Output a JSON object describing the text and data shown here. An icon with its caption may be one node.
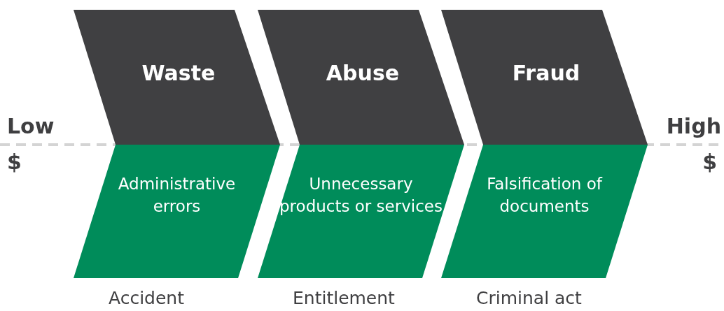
{
  "diagram": {
    "nodes": [
      {
        "text": [
          "Waste"
        ]
      },
      {
        "text": [
          "Administrative errors"
        ],
        "beside": [
          "Accident"
        ]
      },
      {
        "text": [
          "Abuse"
        ]
      },
      {
        "text": [
          "Unnecessary products or services"
        ],
        "beside": [
          "Entitlement"
        ]
      },
      {
        "text": [
          "Fraud"
        ]
      },
      {
        "text": [
          "Falsification of documents"
        ],
        "beside": [
          "Criminal act"
        ]
      }
    ],
    "labels": [
      "Low",
      "$",
      "High",
      "$"
    ]
  }
}
